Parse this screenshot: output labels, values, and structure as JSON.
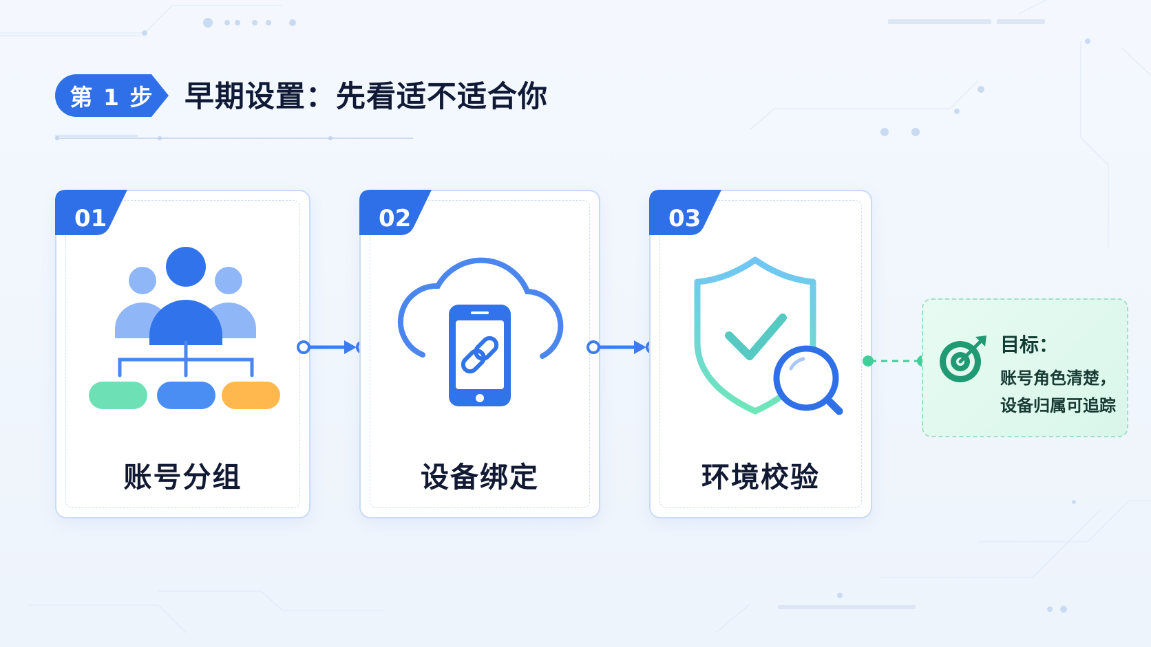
{
  "header": {
    "step_badge": "第 1 步",
    "title": "早期设置：先看适不适合你"
  },
  "steps": [
    {
      "number": "01",
      "label": "账号分组",
      "icon": "user-group-org-chart-icon"
    },
    {
      "number": "02",
      "label": "设备绑定",
      "icon": "cloud-phone-link-icon"
    },
    {
      "number": "03",
      "label": "环境校验",
      "icon": "shield-check-search-icon"
    }
  ],
  "goal": {
    "title": "目标：",
    "line1": "账号角色清楚，",
    "line2": "设备归属可追踪",
    "icon": "target-arrow-icon"
  },
  "colors": {
    "accent_blue": "#3b7cf0",
    "title_dark": "#101a36",
    "goal_green": "#1f9a72",
    "orange": "#ffb84d",
    "mint": "#6ee0b5"
  }
}
